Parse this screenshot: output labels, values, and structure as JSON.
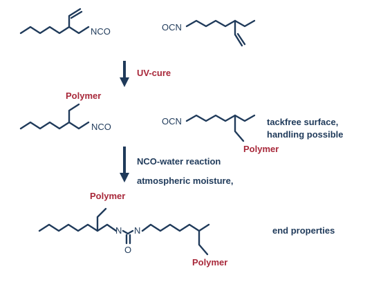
{
  "colors": {
    "bond": "#1f3a5a",
    "polymer": "#a8283a",
    "text": "#1f3a5a"
  },
  "atoms": {
    "nco": "NCO",
    "ocn": "OCN",
    "nitrogen": "N",
    "oxygen": "O"
  },
  "steps": {
    "uv_cure": "UV-cure",
    "nco_water": "NCO-water reaction",
    "moisture": "atmospheric moisture,"
  },
  "notes": {
    "tackfree_line1": "tackfree surface,",
    "tackfree_line2": "handling possible",
    "end_properties": "end properties"
  },
  "polymer_label": "Polymer"
}
